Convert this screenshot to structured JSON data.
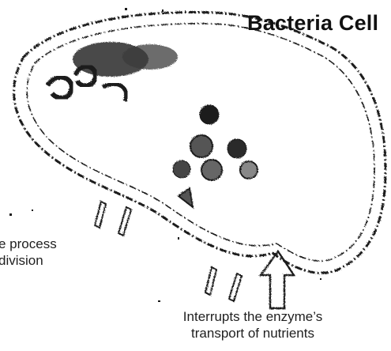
{
  "title": "Bacteria Cell",
  "captions": {
    "left": [
      "e process",
      "division"
    ],
    "bottom": [
      "Interrupts the enzyme’s",
      "transport of nutrients"
    ]
  },
  "colors": {
    "ink": "#1a1a1a",
    "background": "#ffffff"
  }
}
